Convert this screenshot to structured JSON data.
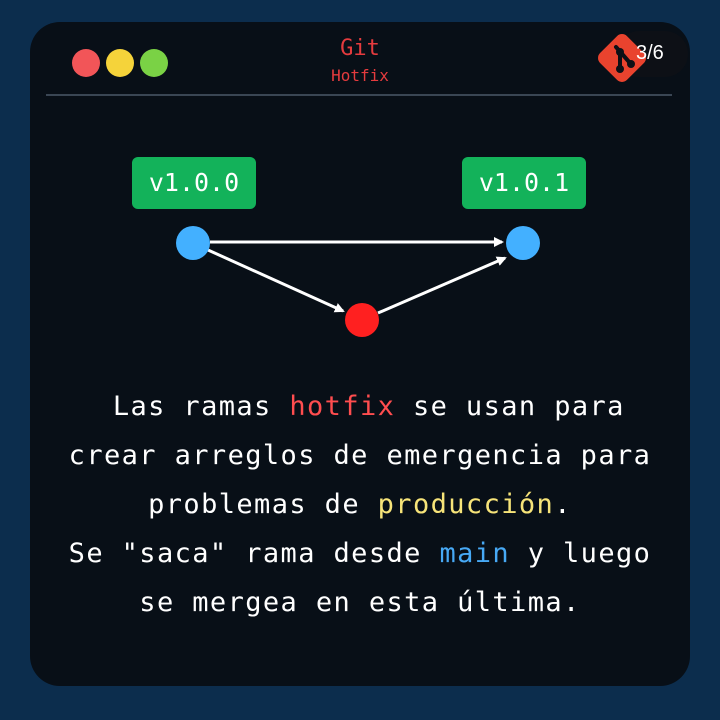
{
  "window": {
    "title": "Git",
    "subtitle": "Hotfix",
    "page_indicator": "3/6",
    "colors": {
      "close": "#f25558",
      "minimize": "#f5d33a",
      "maximize": "#7ad245",
      "accent": "#e53b3e"
    },
    "logo_icon": "git-logo-icon"
  },
  "diagram": {
    "tag_left": "v1.0.0",
    "tag_right": "v1.0.1",
    "commit_colors": {
      "main": "#43b0ff",
      "hotfix": "#ff2020"
    }
  },
  "caption": {
    "line1": {
      "pre": "Las ramas ",
      "highlight": "hotfix",
      "post": " se usan para"
    },
    "line2": "crear arreglos de emergencia para",
    "line3": {
      "pre": "problemas de ",
      "highlight": "producción",
      "post": "."
    },
    "line4": {
      "pre": "Se \"saca\" rama desde ",
      "highlight": "main",
      "post": " y luego"
    },
    "line5": "se mergea en esta última."
  }
}
